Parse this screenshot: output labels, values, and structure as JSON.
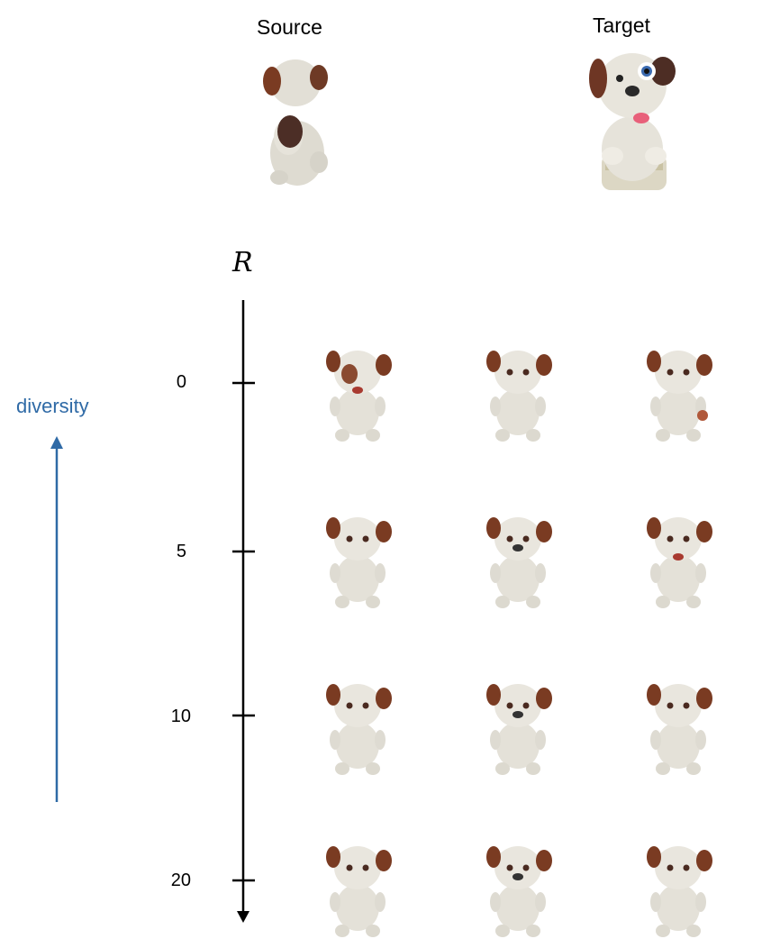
{
  "header": {
    "source_label": "Source",
    "target_label": "Target"
  },
  "axis": {
    "title": "R",
    "ticks": [
      "0",
      "5",
      "10",
      "20"
    ]
  },
  "diversity_label": "diversity",
  "grid": {
    "rows": 4,
    "cols": 3
  },
  "colors": {
    "arrow": "#2f6aa6",
    "axis": "#000000",
    "toy_body": "#e4e1d8",
    "toy_ear": "#7a3b22",
    "toy_spot": "#4a2a20"
  }
}
